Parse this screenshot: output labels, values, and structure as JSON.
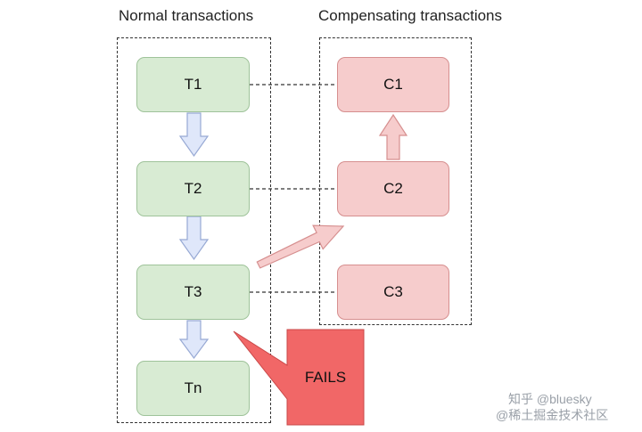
{
  "titles": {
    "normal": "Normal transactions",
    "compensating": "Compensating transactions"
  },
  "transactions": [
    {
      "label": "T1"
    },
    {
      "label": "T2"
    },
    {
      "label": "T3"
    },
    {
      "label": "Tn"
    }
  ],
  "compensations": [
    {
      "label": "C1"
    },
    {
      "label": "C2"
    },
    {
      "label": "C3"
    }
  ],
  "failure": {
    "label": "FAILS"
  },
  "watermark": {
    "line1": "知乎 @bluesky",
    "line2": "@稀土掘金技术社区"
  },
  "colors": {
    "transaction_fill": "#d8ebd3",
    "compensation_fill": "#f6cccc",
    "fails_fill": "#f16767",
    "down_arrow_fill": "#dfe7fa"
  }
}
